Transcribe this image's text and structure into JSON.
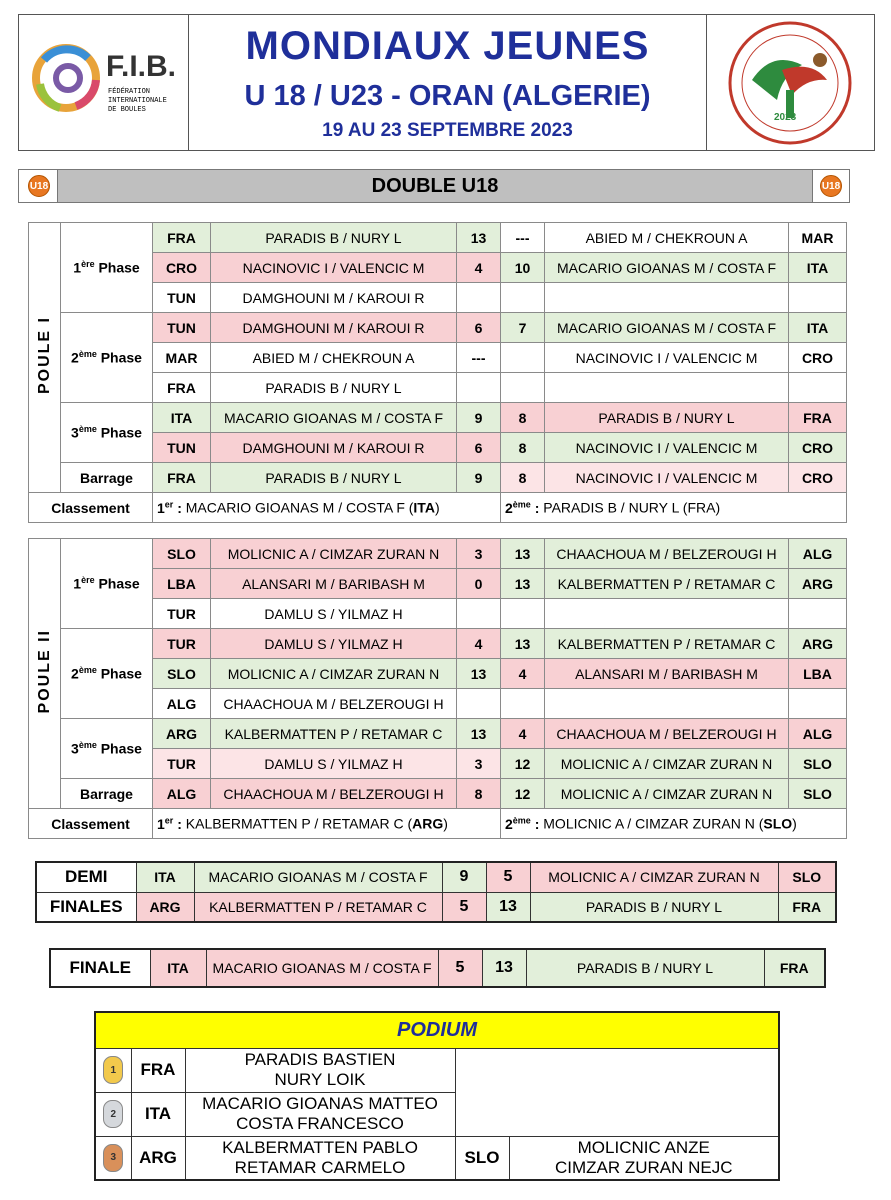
{
  "header": {
    "fib_letters": "F.I.B.",
    "fib_sub": [
      "FÉDÉRATION",
      "INTERNATIONALE",
      "DE BOULES"
    ],
    "title_main": "MONDIAUX JEUNES",
    "title_sub": "U 18 / U23 - ORAN  (ALGERIE)",
    "dates": "19 AU 23 SEPTEMBRE 2023",
    "right_logo_text": "2023"
  },
  "section": {
    "title": "DOUBLE U18",
    "badge": "U18"
  },
  "poule1": {
    "label": "POULE I",
    "phases": {
      "p1": "1ère Phase",
      "p2": "2ème Phase",
      "p3": "3ème Phase",
      "barrage": "Barrage"
    },
    "rows": [
      {
        "c1": "FRA",
        "t1": "PARADIS B / NURY L",
        "s1": "13",
        "s2": "---",
        "t2": "ABIED M / CHEKROUN A",
        "c2": "MAR"
      },
      {
        "c1": "CRO",
        "t1": "NACINOVIC I / VALENCIC M",
        "s1": "4",
        "s2": "10",
        "t2": "MACARIO GIOANAS M / COSTA F",
        "c2": "ITA"
      },
      {
        "c1": "TUN",
        "t1": "DAMGHOUNI M / KAROUI R",
        "s1": "",
        "s2": "",
        "t2": "",
        "c2": ""
      },
      {
        "c1": "TUN",
        "t1": "DAMGHOUNI M / KAROUI R",
        "s1": "6",
        "s2": "7",
        "t2": "MACARIO GIOANAS M / COSTA F",
        "c2": "ITA"
      },
      {
        "c1": "MAR",
        "t1": "ABIED M / CHEKROUN A",
        "s1": "---",
        "s2": "",
        "t2": "NACINOVIC I / VALENCIC M",
        "c2": "CRO"
      },
      {
        "c1": "FRA",
        "t1": "PARADIS B / NURY L",
        "s1": "",
        "s2": "",
        "t2": "",
        "c2": ""
      },
      {
        "c1": "ITA",
        "t1": "MACARIO GIOANAS M / COSTA F",
        "s1": "9",
        "s2": "8",
        "t2": "PARADIS B / NURY L",
        "c2": "FRA"
      },
      {
        "c1": "TUN",
        "t1": "DAMGHOUNI M / KAROUI R",
        "s1": "6",
        "s2": "8",
        "t2": "NACINOVIC I / VALENCIC M",
        "c2": "CRO"
      },
      {
        "c1": "FRA",
        "t1": "PARADIS B / NURY L",
        "s1": "9",
        "s2": "8",
        "t2": "NACINOVIC I / VALENCIC M",
        "c2": "CRO"
      }
    ],
    "classement": {
      "label": "Classement",
      "first_rank": "1er :",
      "first": "MACARIO GIOANAS M / COSTA F (",
      "first_cc": "ITA",
      "second_rank": "2ème :",
      "second": "PARADIS B / NURY L (FRA)"
    }
  },
  "poule2": {
    "label": "POULE II",
    "rows": [
      {
        "c1": "SLO",
        "t1": "MOLICNIC A / CIMZAR ZURAN N",
        "s1": "3",
        "s2": "13",
        "t2": "CHAACHOUA M / BELZEROUGI H",
        "c2": "ALG"
      },
      {
        "c1": "LBA",
        "t1": "ALANSARI M / BARIBASH M",
        "s1": "0",
        "s2": "13",
        "t2": "KALBERMATTEN P / RETAMAR C",
        "c2": "ARG"
      },
      {
        "c1": "TUR",
        "t1": "DAMLU S / YILMAZ H",
        "s1": "",
        "s2": "",
        "t2": "",
        "c2": ""
      },
      {
        "c1": "TUR",
        "t1": "DAMLU S / YILMAZ H",
        "s1": "4",
        "s2": "13",
        "t2": "KALBERMATTEN P / RETAMAR C",
        "c2": "ARG"
      },
      {
        "c1": "SLO",
        "t1": "MOLICNIC A / CIMZAR ZURAN N",
        "s1": "13",
        "s2": "4",
        "t2": "ALANSARI M / BARIBASH M",
        "c2": "LBA"
      },
      {
        "c1": "ALG",
        "t1": "CHAACHOUA M / BELZEROUGI H",
        "s1": "",
        "s2": "",
        "t2": "",
        "c2": ""
      },
      {
        "c1": "ARG",
        "t1": "KALBERMATTEN P / RETAMAR C",
        "s1": "13",
        "s2": "4",
        "t2": "CHAACHOUA M / BELZEROUGI H",
        "c2": "ALG"
      },
      {
        "c1": "TUR",
        "t1": "DAMLU S / YILMAZ H",
        "s1": "3",
        "s2": "12",
        "t2": "MOLICNIC A / CIMZAR ZURAN N",
        "c2": "SLO"
      },
      {
        "c1": "ALG",
        "t1": "CHAACHOUA M / BELZEROUGI H",
        "s1": "8",
        "s2": "12",
        "t2": "MOLICNIC A / CIMZAR ZURAN N",
        "c2": "SLO"
      }
    ],
    "classement": {
      "label": "Classement",
      "first_rank": "1er :",
      "first": "KALBERMATTEN P / RETAMAR C (",
      "first_cc": "ARG",
      "second_rank": "2ème :",
      "second": "MOLICNIC A / CIMZAR ZURAN N (",
      "second_cc": "SLO"
    }
  },
  "demi": {
    "label1": "DEMI",
    "label2": "FINALES",
    "rows": [
      {
        "c1": "ITA",
        "t1": "MACARIO GIOANAS M / COSTA F",
        "s1": "9",
        "s2": "5",
        "t2": "MOLICNIC A / CIMZAR ZURAN N",
        "c2": "SLO"
      },
      {
        "c1": "ARG",
        "t1": "KALBERMATTEN P / RETAMAR C",
        "s1": "5",
        "s2": "13",
        "t2": "PARADIS B / NURY L",
        "c2": "FRA"
      }
    ]
  },
  "finale": {
    "label": "FINALE",
    "c1": "ITA",
    "t1": "MACARIO GIOANAS M / COSTA F",
    "s1": "5",
    "s2": "13",
    "t2": "PARADIS B / NURY L",
    "c2": "FRA"
  },
  "podium": {
    "title": "PODIUM",
    "gold": {
      "rank": "1",
      "cc": "FRA",
      "l1": "PARADIS BASTIEN",
      "l2": "NURY LOIK"
    },
    "silver": {
      "rank": "2",
      "cc": "ITA",
      "l1": "MACARIO GIOANAS MATTEO",
      "l2": "COSTA FRANCESCO"
    },
    "bronze1": {
      "rank": "3",
      "cc": "ARG",
      "l1": "KALBERMATTEN PABLO",
      "l2": "RETAMAR CARMELO"
    },
    "bronze2": {
      "cc": "SLO",
      "l1": "MOLICNIC ANZE",
      "l2": "CIMZAR ZURAN NEJC"
    }
  }
}
